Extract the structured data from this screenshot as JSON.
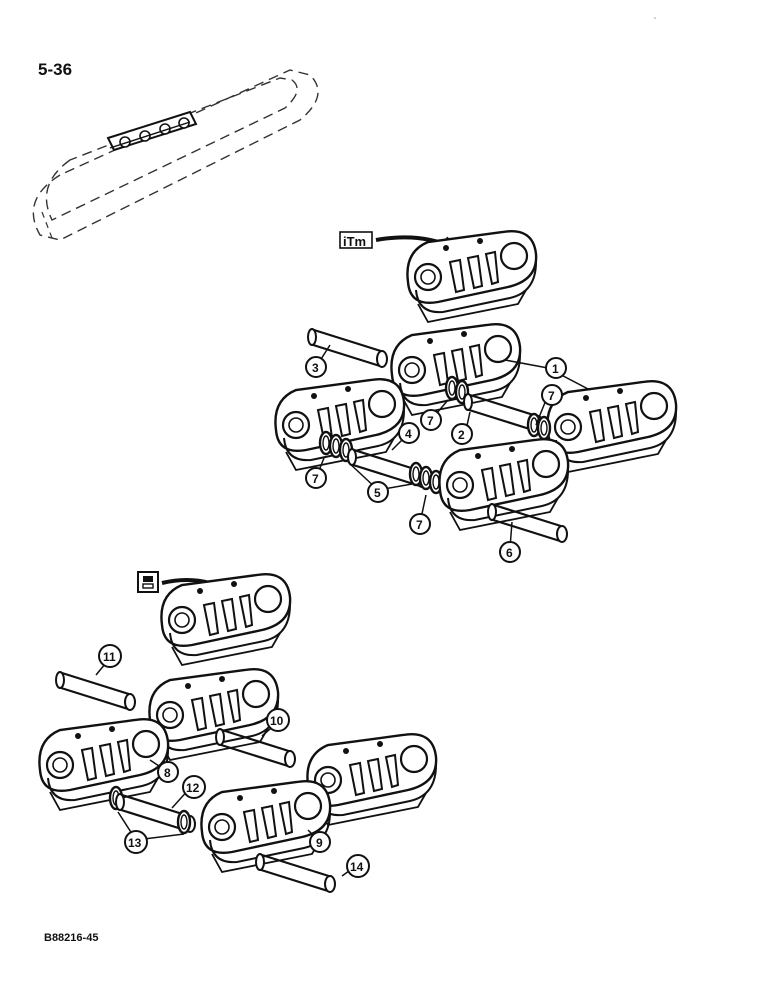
{
  "page": {
    "number": "5-36",
    "figure_id": "B88216-45"
  },
  "brands": [
    {
      "name": "itm-logo-icon",
      "text": "iTm"
    },
    {
      "name": "alt-manufacturer-logo-icon",
      "text": ""
    }
  ],
  "callouts": [
    {
      "id": "c1",
      "label": "1"
    },
    {
      "id": "c2",
      "label": "2"
    },
    {
      "id": "c3",
      "label": "3"
    },
    {
      "id": "c4",
      "label": "4"
    },
    {
      "id": "c5",
      "label": "5"
    },
    {
      "id": "c6",
      "label": "6"
    },
    {
      "id": "c7a",
      "label": "7"
    },
    {
      "id": "c7b",
      "label": "7"
    },
    {
      "id": "c7c",
      "label": "7"
    },
    {
      "id": "c7d",
      "label": "7"
    },
    {
      "id": "c8",
      "label": "8"
    },
    {
      "id": "c9",
      "label": "9"
    },
    {
      "id": "c10",
      "label": "10"
    },
    {
      "id": "c11",
      "label": "11"
    },
    {
      "id": "c12",
      "label": "12"
    },
    {
      "id": "c13",
      "label": "13"
    },
    {
      "id": "c14",
      "label": "14"
    }
  ],
  "colors": {
    "ink": "#111111",
    "paper": "#ffffff"
  }
}
